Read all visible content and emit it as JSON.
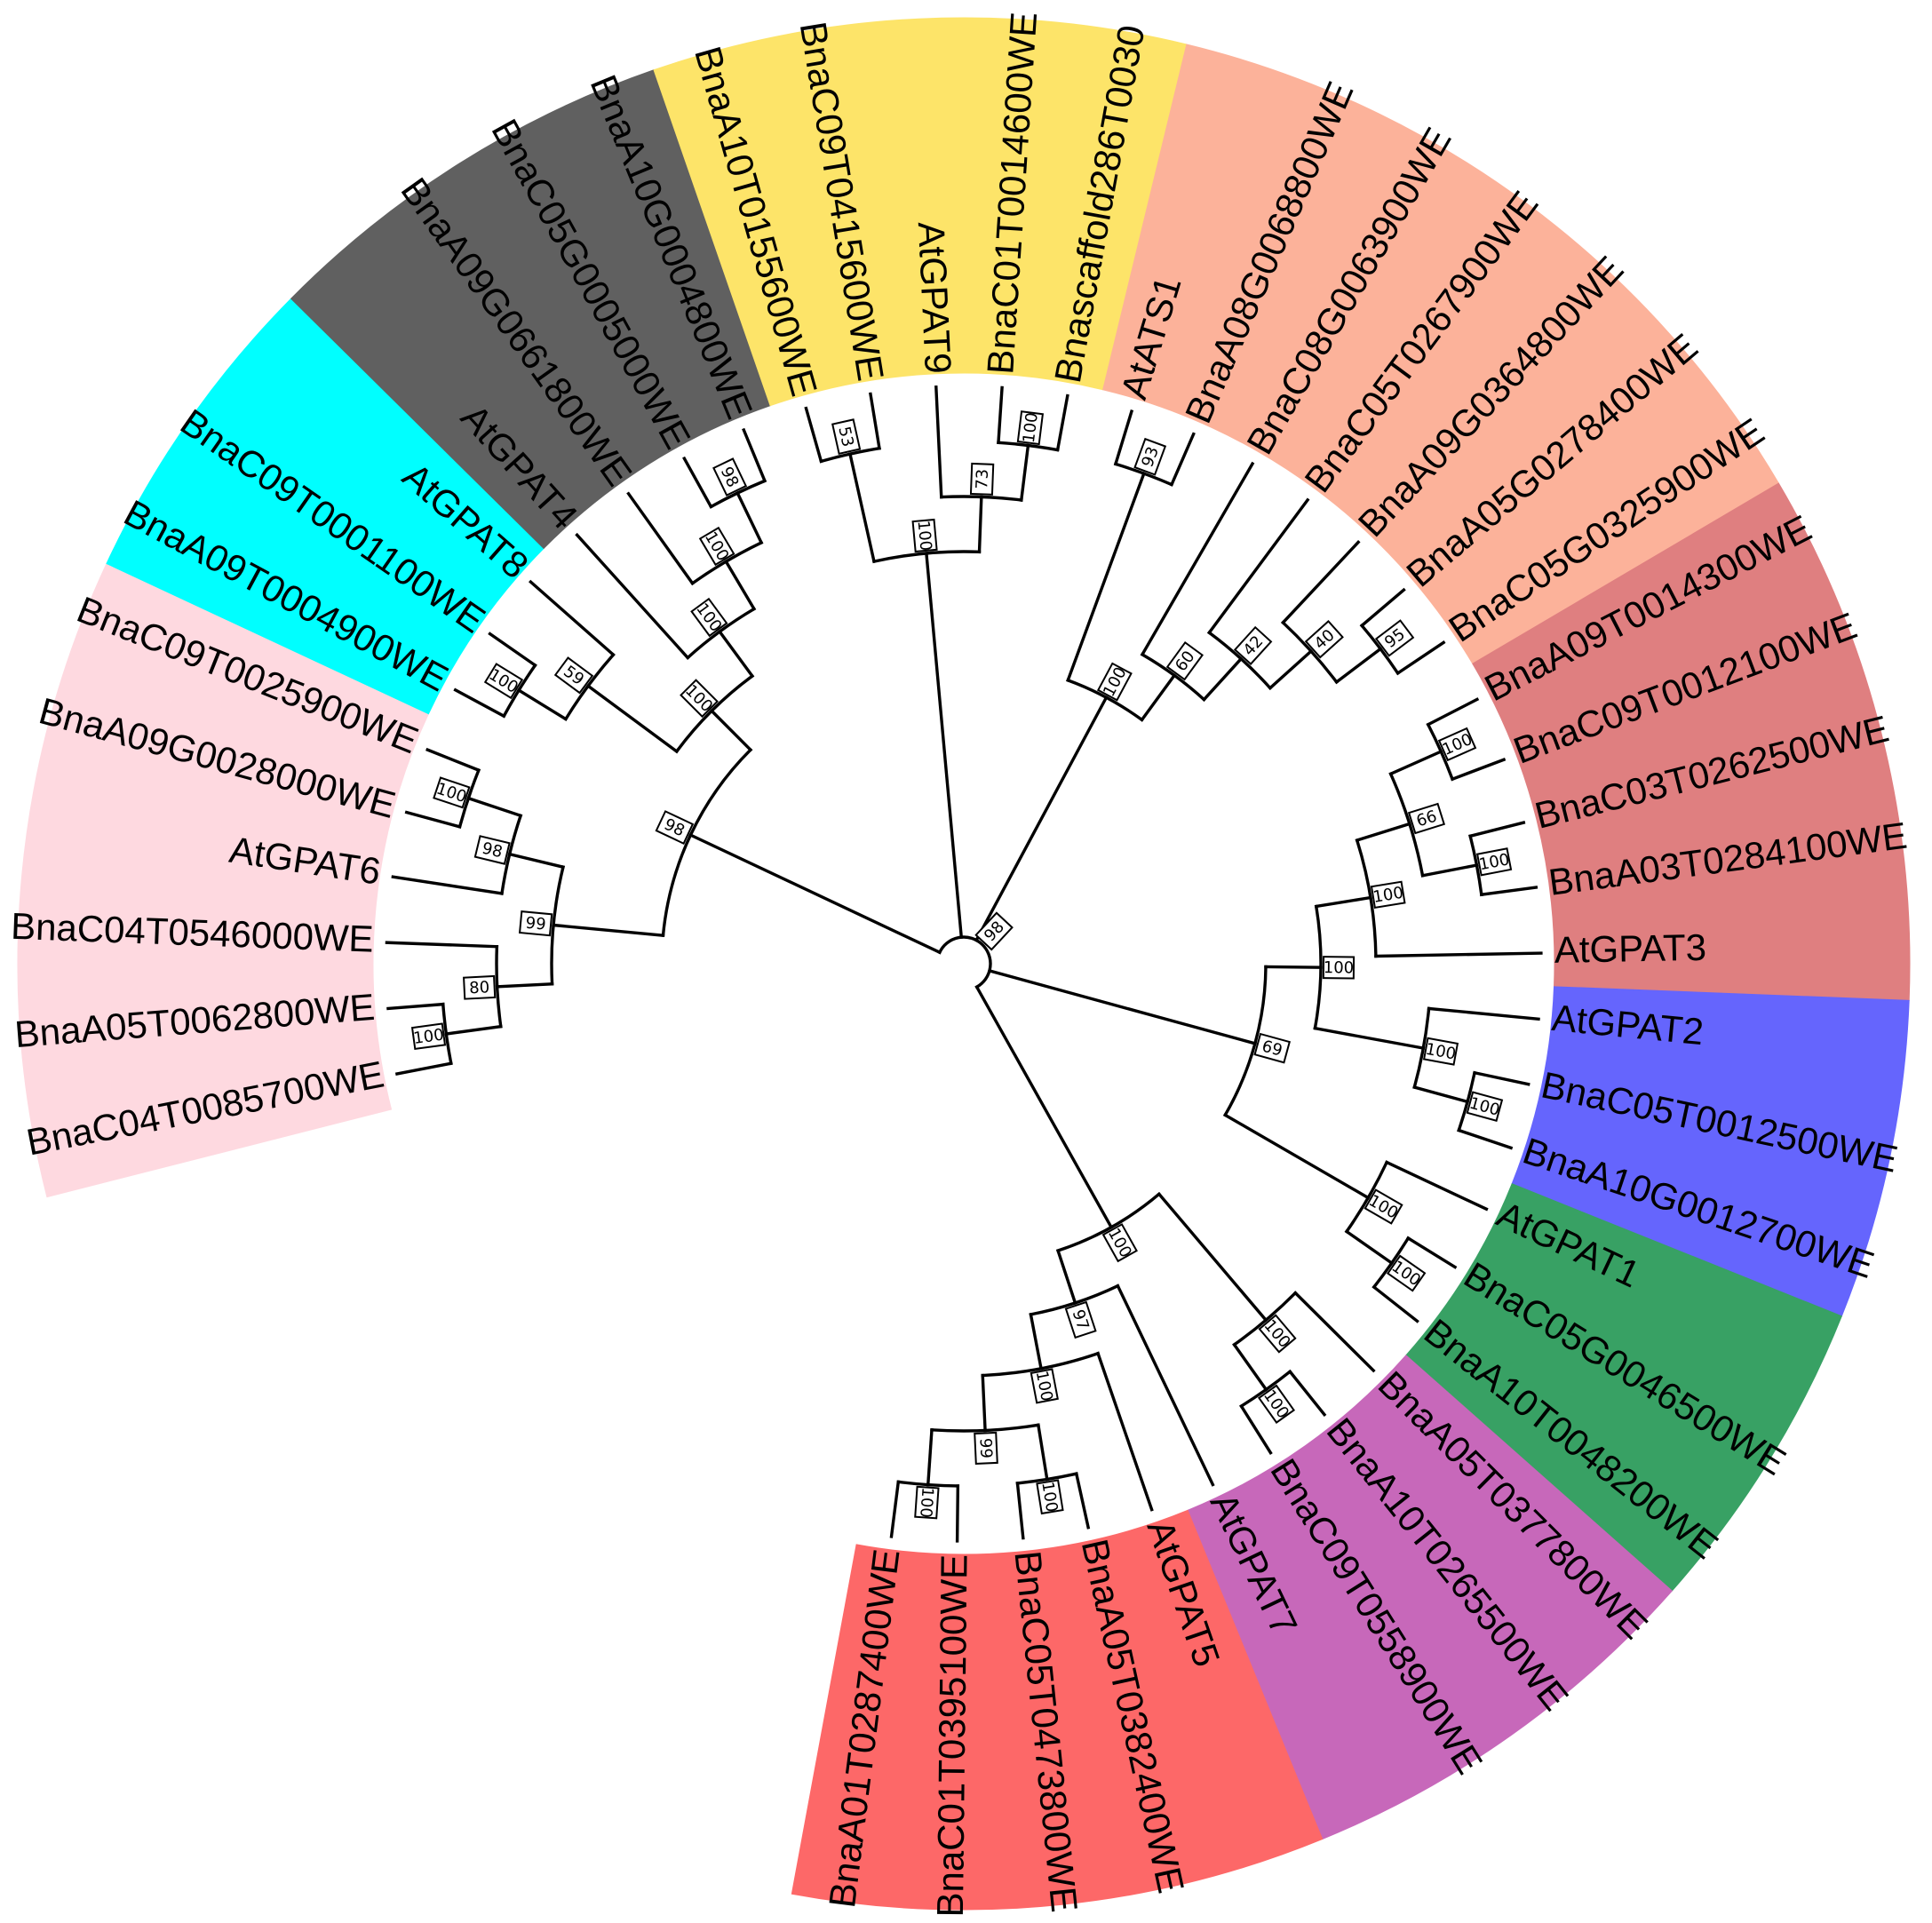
{
  "tree": {
    "root": {
      "bs": "98",
      "c": [
        {
          "bs": "98",
          "c": [
            {
              "bs": "99",
              "c": [
                {
                  "bs": "80",
                  "c": [
                    {
                      "bs": "100",
                      "c": [
                        {
                          "leaf": "BnaC04T0085700WE"
                        },
                        {
                          "leaf": "BnaA05T0062800WE"
                        }
                      ]
                    },
                    {
                      "leaf": "BnaC04T0546000WE"
                    }
                  ]
                },
                {
                  "bs": "98",
                  "c": [
                    {
                      "leaf": "AtGPAT6"
                    },
                    {
                      "bs": "100",
                      "c": [
                        {
                          "leaf": "BnaA09G0028000WE"
                        },
                        {
                          "leaf": "BnaC09T0025900WE"
                        }
                      ]
                    }
                  ]
                }
              ]
            },
            {
              "bs": "100",
              "c": [
                {
                  "bs": "59",
                  "c": [
                    {
                      "bs": "100",
                      "c": [
                        {
                          "leaf": "BnaA09T0004900WE"
                        },
                        {
                          "leaf": "BnaC09T0001100WE"
                        }
                      ]
                    },
                    {
                      "leaf": "AtGPAT8"
                    }
                  ]
                },
                {
                  "bs": "100",
                  "c": [
                    {
                      "leaf": "AtGPAT4"
                    },
                    {
                      "bs": "100",
                      "c": [
                        {
                          "leaf": "BnaA09G0661800WE"
                        },
                        {
                          "bs": "98",
                          "c": [
                            {
                              "leaf": "BnaC05G0005000WE"
                            },
                            {
                              "leaf": "BnaA10G0004800WE"
                            }
                          ]
                        }
                      ]
                    }
                  ]
                }
              ]
            }
          ]
        },
        {
          "bs": "100",
          "c": [
            {
              "bs": "53",
              "c": [
                {
                  "leaf": "BnaA10T0155600WE"
                },
                {
                  "leaf": "BnaC09T0415600WE"
                }
              ]
            },
            {
              "bs": "73",
              "c": [
                {
                  "leaf": "AtGPAT9"
                },
                {
                  "bs": "100",
                  "c": [
                    {
                      "leaf": "BnaC01T0014600WE"
                    },
                    {
                      "leaf": "Bnascaffold286T0030"
                    }
                  ]
                }
              ]
            }
          ]
        },
        {
          "bs": "100",
          "c": [
            {
              "bs": "93",
              "c": [
                {
                  "leaf": "AtATS1"
                },
                {
                  "leaf": "BnaA08G0068800WE"
                }
              ]
            },
            {
              "bs": "60",
              "c": [
                {
                  "leaf": "BnaC08G0063900WE"
                },
                {
                  "bs": "42",
                  "c": [
                    {
                      "leaf": "BnaC05T0267900WE"
                    },
                    {
                      "bs": "40",
                      "c": [
                        {
                          "leaf": "BnaA09G0364800WE"
                        },
                        {
                          "bs": "95",
                          "c": [
                            {
                              "leaf": "BnaA05G0278400WE"
                            },
                            {
                              "leaf": "BnaC05G0325900WE"
                            }
                          ]
                        }
                      ]
                    }
                  ]
                }
              ]
            }
          ]
        },
        {
          "bs": "69",
          "c": [
            {
              "bs": "100",
              "c": [
                {
                  "bs": "100",
                  "c": [
                    {
                      "bs": "66",
                      "c": [
                        {
                          "bs": "100",
                          "c": [
                            {
                              "leaf": "BnaA09T0014300WE"
                            },
                            {
                              "leaf": "BnaC09T0012100WE"
                            }
                          ]
                        },
                        {
                          "bs": "100",
                          "c": [
                            {
                              "leaf": "BnaC03T0262500WE"
                            },
                            {
                              "leaf": "BnaA03T0284100WE"
                            }
                          ]
                        }
                      ]
                    },
                    {
                      "leaf": "AtGPAT3"
                    }
                  ]
                },
                {
                  "bs": "100",
                  "c": [
                    {
                      "leaf": "AtGPAT2"
                    },
                    {
                      "bs": "100",
                      "c": [
                        {
                          "leaf": "BnaC05T0012500WE"
                        },
                        {
                          "leaf": "BnaA10G0012700WE"
                        }
                      ]
                    }
                  ]
                }
              ]
            },
            {
              "bs": "100",
              "c": [
                {
                  "leaf": "AtGPAT1"
                },
                {
                  "bs": "100",
                  "c": [
                    {
                      "leaf": "BnaC05G0046500WE"
                    },
                    {
                      "leaf": "BnaA10T0048200WE"
                    }
                  ]
                }
              ]
            }
          ]
        },
        {
          "bs": "100",
          "c": [
            {
              "bs": "100",
              "c": [
                {
                  "leaf": "BnaA05T0377800WE"
                },
                {
                  "bs": "100",
                  "c": [
                    {
                      "leaf": "BnaA10T0265500WE"
                    },
                    {
                      "leaf": "BnaC09T0558900WE"
                    }
                  ]
                }
              ]
            },
            {
              "bs": "97",
              "c": [
                {
                  "leaf": "AtGPAT7"
                },
                {
                  "bs": "100",
                  "c": [
                    {
                      "leaf": "AtGPAT5"
                    },
                    {
                      "bs": "99",
                      "c": [
                        {
                          "bs": "100",
                          "c": [
                            {
                              "leaf": "BnaA05T0382400WE"
                            },
                            {
                              "leaf": "BnaC05T0473800WE"
                            }
                          ]
                        },
                        {
                          "bs": "100",
                          "c": [
                            {
                              "leaf": "BnaC01T0395100WE"
                            },
                            {
                              "leaf": "BnaA01T0287400WE"
                            }
                          ]
                        }
                      ]
                    }
                  ]
                }
              ]
            }
          ]
        }
      ]
    }
  },
  "clades": [
    {
      "color": "#fed9e0",
      "first": "BnaC04T0085700WE",
      "last": "BnaC09T0025900WE"
    },
    {
      "color": "#00ffff",
      "first": "BnaA09T0004900WE",
      "last": "AtGPAT8"
    },
    {
      "color": "#606060",
      "first": "AtGPAT4",
      "last": "BnaA10G0004800WE"
    },
    {
      "color": "#fde469",
      "first": "BnaA10T0155600WE",
      "last": "Bnascaffold286T0030"
    },
    {
      "color": "#fcb29a",
      "first": "AtATS1",
      "last": "BnaC05G0325900WE"
    },
    {
      "color": "#df7f80",
      "first": "BnaA09T0014300WE",
      "last": "AtGPAT3"
    },
    {
      "color": "#6565fd",
      "first": "AtGPAT2",
      "last": "BnaA10G0012700WE"
    },
    {
      "color": "#38a164",
      "first": "AtGPAT1",
      "last": "BnaA10T0048200WE"
    },
    {
      "color": "#c768ba",
      "first": "BnaA05T0377800WE",
      "last": "AtGPAT7"
    },
    {
      "color": "#fd6868",
      "first": "AtGPAT5",
      "last": "BnaA01T0287400WE"
    }
  ]
}
